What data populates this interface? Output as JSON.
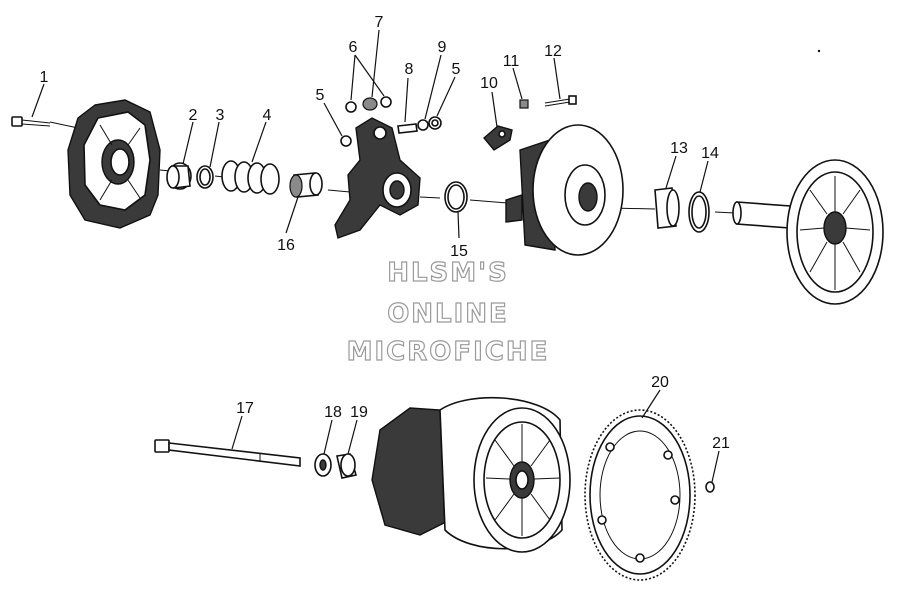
{
  "callouts": {
    "c1": "1",
    "c2": "2",
    "c3": "3",
    "c4": "4",
    "c5a": "5",
    "c5b": "5",
    "c6": "6",
    "c7": "7",
    "c8": "8",
    "c9": "9",
    "c10": "10",
    "c11": "11",
    "c12": "12",
    "c13": "13",
    "c14": "14",
    "c15": "15",
    "c16": "16",
    "c17": "17",
    "c18": "18",
    "c19": "19",
    "c20": "20",
    "c21": "21"
  },
  "watermark": {
    "line1": "HLSM'S",
    "line2": "ONLINE",
    "line3": "MICROFICHE"
  }
}
